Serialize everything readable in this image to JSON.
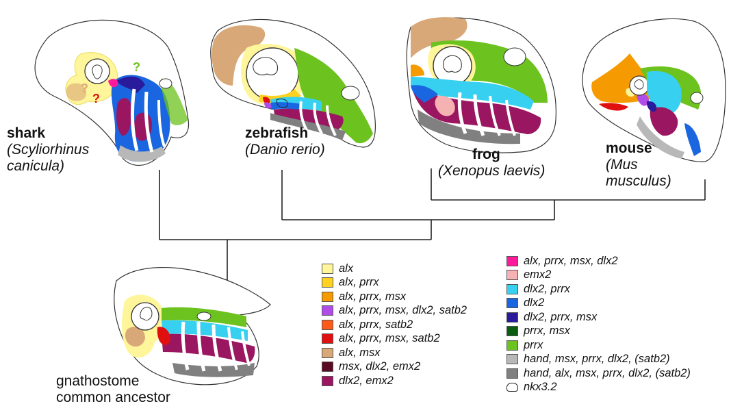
{
  "species": {
    "shark": {
      "common": "shark",
      "latin_line1": "(Scyliorhinus",
      "latin_line2": "canicula)"
    },
    "zebrafish": {
      "common": "zebrafish",
      "latin_line1": "(Danio rerio)"
    },
    "frog": {
      "common": "frog",
      "latin_line1": "(Xenopus laevis)"
    },
    "mouse": {
      "common": "mouse",
      "latin_line1": "(Mus",
      "latin_line2": "musculus)"
    },
    "ancestor": {
      "line1": "gnathostome",
      "line2": "common ancestor"
    }
  },
  "question_marks": [
    "?",
    "?",
    "?"
  ],
  "legend_left": [
    {
      "label": "alx",
      "color": "#fff59a"
    },
    {
      "label": "alx, prrx",
      "color": "#ffd21f"
    },
    {
      "label": "alx, prrx, msx",
      "color": "#f59a00"
    },
    {
      "label": "alx, prrx, msx, dlx2, satb2",
      "color": "#b04de8"
    },
    {
      "label": "alx, prrx, satb2",
      "color": "#ff5a1a"
    },
    {
      "label": "alx, prrx, msx, satb2",
      "color": "#e01010"
    },
    {
      "label": "alx, msx",
      "color": "#d9a878"
    },
    {
      "label": "msx, dlx2, emx2",
      "color": "#5a0a22"
    },
    {
      "label": "dlx2, emx2",
      "color": "#9a1660"
    }
  ],
  "legend_right": [
    {
      "label": "alx, prrx, msx, dlx2",
      "color": "#ff1a9c"
    },
    {
      "label": "emx2",
      "color": "#f6b2b2"
    },
    {
      "label": "dlx2, prrx",
      "color": "#38d0f0"
    },
    {
      "label": "dlx2",
      "color": "#1a66e0"
    },
    {
      "label": "dlx2, prrx, msx",
      "color": "#2a1a9c"
    },
    {
      "label": "prrx, msx",
      "color": "#0c5c10"
    },
    {
      "label": "prrx",
      "color": "#6cc21e"
    },
    {
      "label": "hand, msx, prrx, dlx2, (satb2)",
      "color": "#b8b8b8"
    },
    {
      "label": "hand, alx, msx, prrx, dlx2, (satb2)",
      "color": "#808080"
    }
  ],
  "legend_outline": {
    "label": "nkx3.2",
    "icon": "cartilage-outline-icon"
  }
}
